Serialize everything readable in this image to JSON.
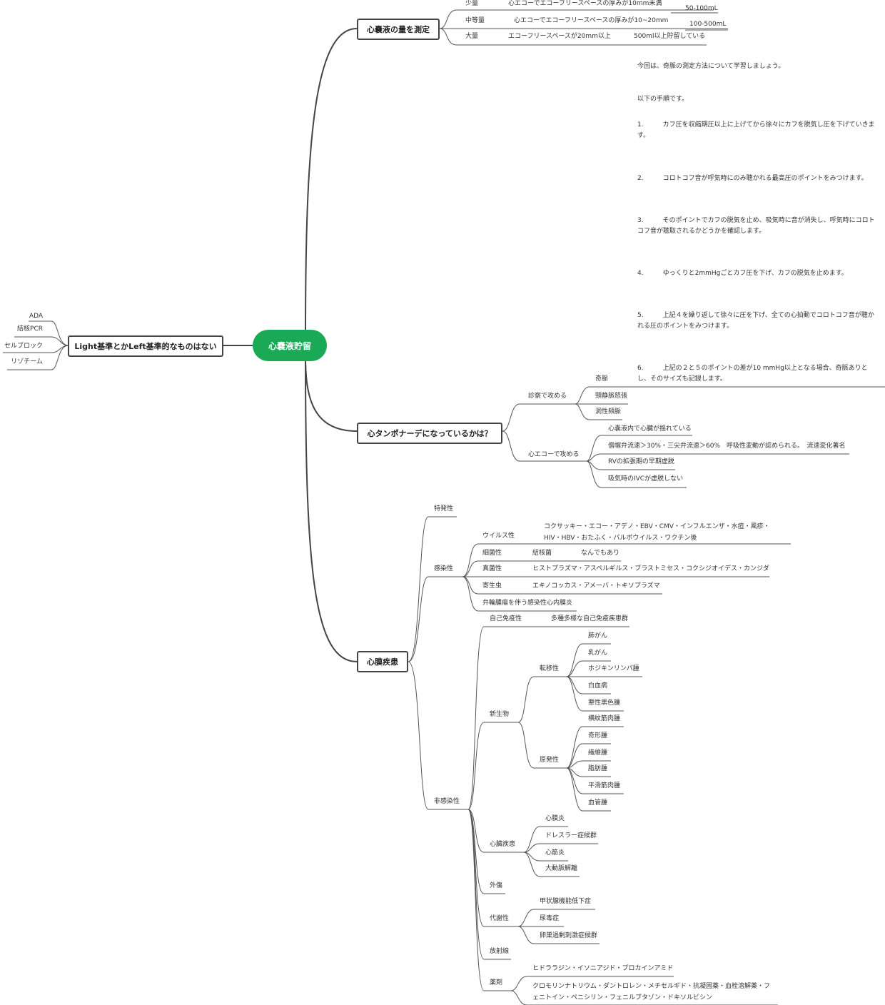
{
  "root": "心嚢液貯留",
  "left_branch": {
    "label": "Light基準とかLeft基準的なものはない",
    "items": [
      "ADA",
      "結核PCR",
      "セルブロック",
      "リゾチーム"
    ]
  },
  "volume": {
    "label": "心嚢液の量を測定",
    "rows": [
      {
        "name": "少量",
        "desc": "心エコーでエコーフリースペースの厚みが10mm未満",
        "amount": "50-100mL"
      },
      {
        "name": "中等量",
        "desc": "心エコーでエコーフリースペースの厚みが10~20mm",
        "amount": "100-500mL"
      },
      {
        "name": "大量",
        "desc": "エコーフリースペースが20mm以上",
        "amount": "500ml以上貯留している"
      }
    ]
  },
  "tamponade": {
    "label": "心タンポナーデになっているかは？",
    "exam": {
      "label": "診察で攻める",
      "items": [
        "奇脈",
        "頸静脈怒張",
        "洞性頻脈"
      ],
      "note": [
        "今回は、奇脈の測定方法について学習しましょう。",
        "以下の手順です。",
        "1.　　　カフ圧を収縮期圧以上に上げてから徐々にカフを脱気し圧を下げていきます。",
        "2.　　　コロトコフ音が呼気時にのみ聴かれる最高圧のポイントをみつけます。",
        "3.　　　そのポイントでカフの脱気を止め、吸気時に音が消失し、呼気時にコロトコフ音が聴取されるかどうかを確認します。",
        "4.　　　ゆっくりと2mmHgごとカフ圧を下げ、カフの脱気を止めます。",
        "5.　　　上記４を繰り返して徐々に圧を下げ、全ての心拍動でコロトコフ音が聴かれる圧のポイントをみつけます。",
        "6.　　　上記の２と５のポイントの差が10 mmHg以上となる場合、奇脈ありとし、そのサイズも記録します。"
      ]
    },
    "echo": {
      "label": "心エコーで攻める",
      "items": [
        "心嚢液内で心臓が揺れている",
        "僧帽弁流速＞30%・三尖弁流速＞60%　呼吸性変動が認められる。　流速変化著名",
        "RVの拡張期の早期虚脱",
        "吸気時のIVCが虚脱しない"
      ]
    }
  },
  "disease": {
    "label": "心膜疾患",
    "idiopathic": "特発性",
    "infectious": {
      "label": "感染性",
      "viral": {
        "label": "ウイルス性",
        "text": "コクサッキー・エコー・アデノ・EBV・CMV・インフルエンザ・水痘・風疹・HIV・HBV・おたふく・パルボウイルス・ワクチン後"
      },
      "bacterial": {
        "label": "細菌性",
        "sub": "結核菌",
        "subsub": "なんでもあり"
      },
      "fungal": {
        "label": "真菌性",
        "text": "ヒストプラズマ・アスペルギルス・ブラストミセス・コクシジオイデス・カンジダ"
      },
      "parasite": {
        "label": "寄生虫",
        "text": "エキノコッカス・アメーバ・トキソプラズマ"
      },
      "valve": "弁輪膿瘍を伴う感染性心内膜炎"
    },
    "noninfectious": {
      "label": "非感染性",
      "autoimmune": {
        "label": "自己免疫性",
        "text": "多種多様な自己免疫疾患群"
      },
      "neoplasm": {
        "label": "新生物",
        "metastatic": {
          "label": "転移性",
          "items": [
            "肺がん",
            "乳がん",
            "ホジキンリンパ腫",
            "白血病",
            "悪性黒色腫"
          ]
        },
        "primary": {
          "label": "原発性",
          "items": [
            "横紋筋肉腫",
            "奇形腫",
            "繊維腫",
            "脂肪腫",
            "平滑筋肉腫",
            "血管腫"
          ]
        }
      },
      "cardiac": {
        "label": "心臓疾患",
        "items": [
          "心膜炎",
          "ドレスラー症候群",
          "心筋炎",
          "大動脈解離"
        ]
      },
      "trauma": "外傷",
      "metabolic": {
        "label": "代謝性",
        "items": [
          "甲状腺機能低下症",
          "尿毒症",
          "卵巣過剰刺激症候群"
        ]
      },
      "radiation": "放射線",
      "drugs": {
        "label": "薬剤",
        "items": [
          "ヒドララジン・イソニアジド・プロカインアミド",
          "クロモリンナトリウム・ダントロレン・メチセルギド・抗凝固薬・血栓溶解薬・フェニトイン・ペニシリン・フェニルブタゾン・ドキソルビシン"
        ]
      }
    }
  },
  "colors": {
    "root": "#1aaa55",
    "line": "#444444",
    "text": "#333333"
  }
}
